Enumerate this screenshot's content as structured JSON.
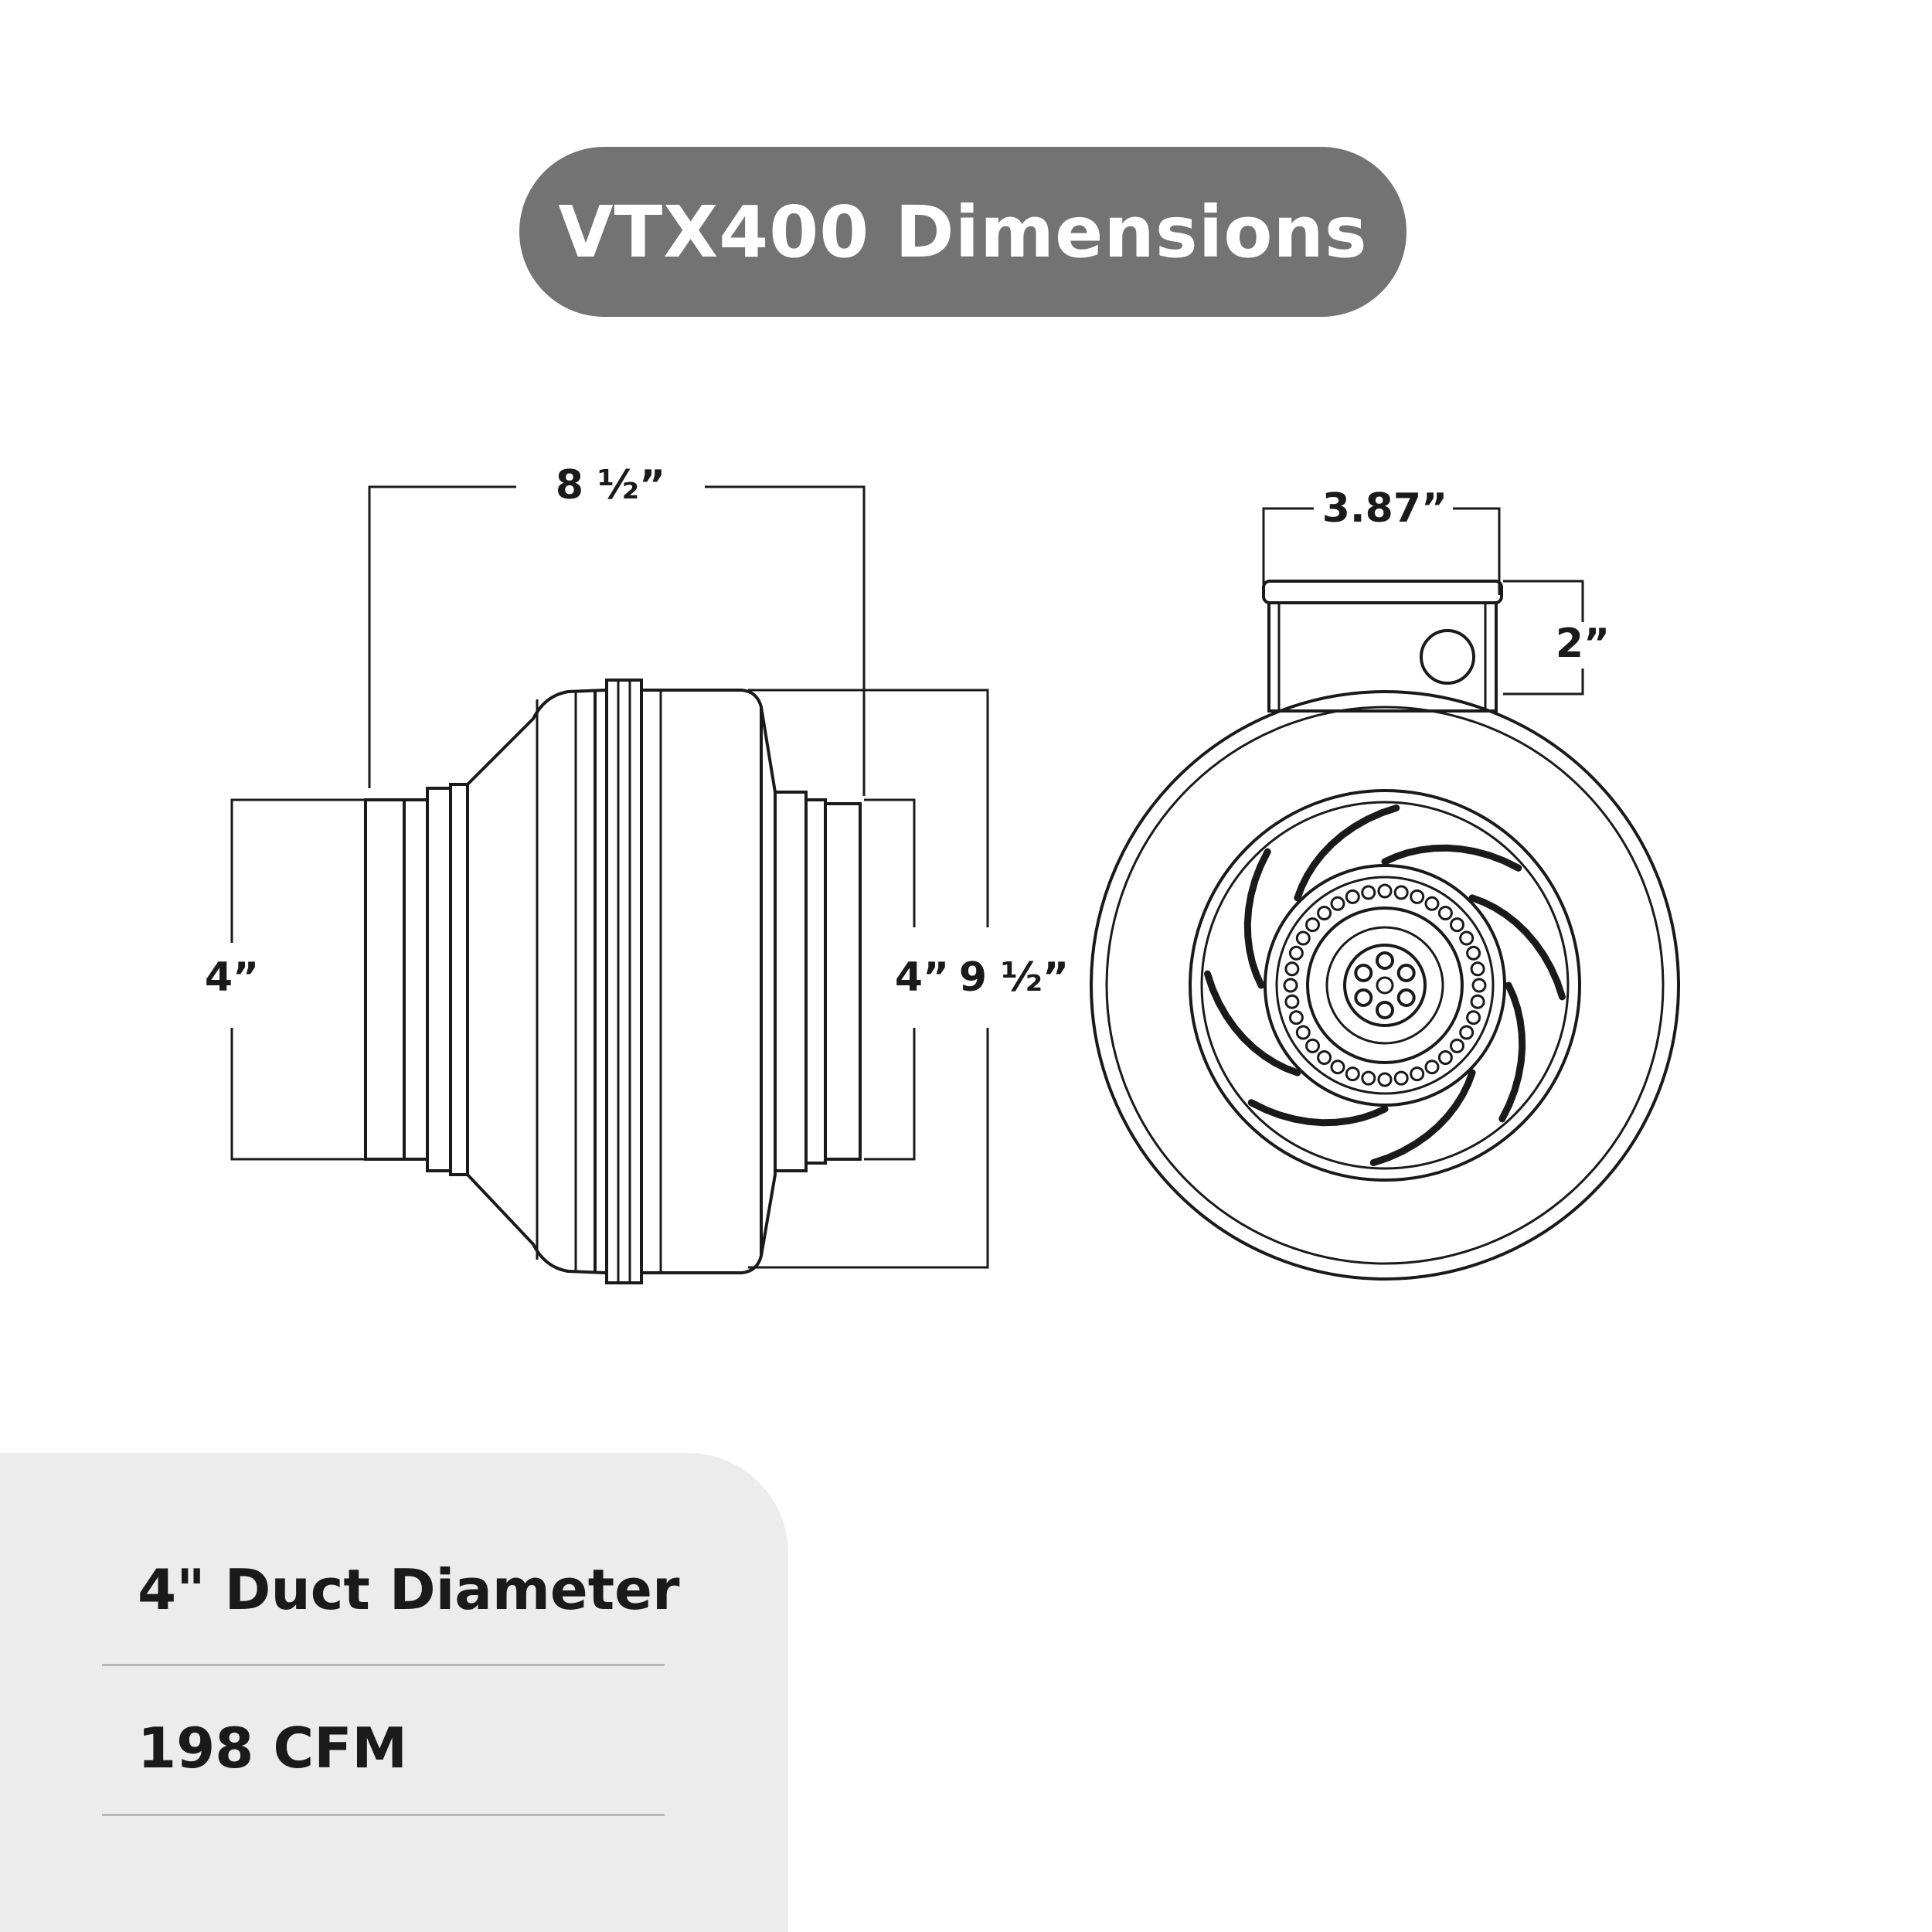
{
  "title": "VTX400 Dimensions",
  "side_view": {
    "length_label": "8 ½”",
    "inlet_label": "4”",
    "outlet_label": "4”",
    "body_label": "9 ½”"
  },
  "front_view": {
    "box_width_label": "3.87”",
    "box_height_label": "2”"
  },
  "specs": {
    "duct_diameter": "4\" Duct Diameter",
    "airflow": "198 CFM"
  },
  "colors": {
    "title_pill": "#737373",
    "panel": "#ececec",
    "line": "#1a1a1a"
  }
}
